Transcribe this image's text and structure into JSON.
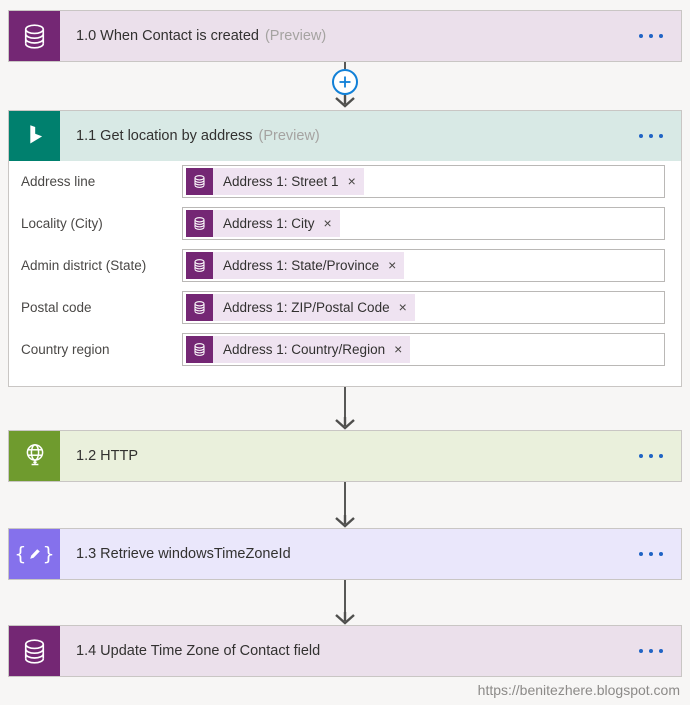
{
  "page": {
    "background": "#f7f6f5",
    "footer_url": "https://benitezhere.blogspot.com"
  },
  "colors": {
    "dataverse_purple": "#742774",
    "dataverse_header": "#ebe0eb",
    "bing_teal": "#00806e",
    "bing_header": "#d8e9e5",
    "http_green": "#6f9b2e",
    "http_header": "#eaf0dc",
    "compose_purple": "#8571ec",
    "compose_header": "#eae7fb",
    "token_pill_bg": "#efe3f1",
    "menu_dot_blue": "#2064c5",
    "plus_circle_blue": "#1180d7",
    "arrow_gray": "#585856"
  },
  "blocks": [
    {
      "icon": "database-icon",
      "title": "1.0 When Contact is created",
      "preview": "(Preview)"
    },
    {
      "icon": "bing-maps-icon",
      "title": "1.1 Get location by address",
      "preview": "(Preview)",
      "fields": [
        {
          "label": "Address line",
          "token": "Address 1: Street 1",
          "dismiss": "×"
        },
        {
          "label": "Locality (City)",
          "token": "Address 1: City",
          "dismiss": "×"
        },
        {
          "label": "Admin district (State)",
          "token": "Address 1: State/Province",
          "dismiss": "×"
        },
        {
          "label": "Postal code",
          "token": "Address 1: ZIP/Postal Code",
          "dismiss": "×"
        },
        {
          "label": "Country region",
          "token": "Address 1: Country/Region",
          "dismiss": "×"
        }
      ]
    },
    {
      "icon": "globe-icon",
      "title": "1.2 HTTP",
      "preview": ""
    },
    {
      "icon": "compose-icon",
      "title": "1.3 Retrieve windowsTimeZoneId",
      "preview": ""
    },
    {
      "icon": "database-icon",
      "title": "1.4 Update Time Zone of Contact field",
      "preview": ""
    }
  ]
}
